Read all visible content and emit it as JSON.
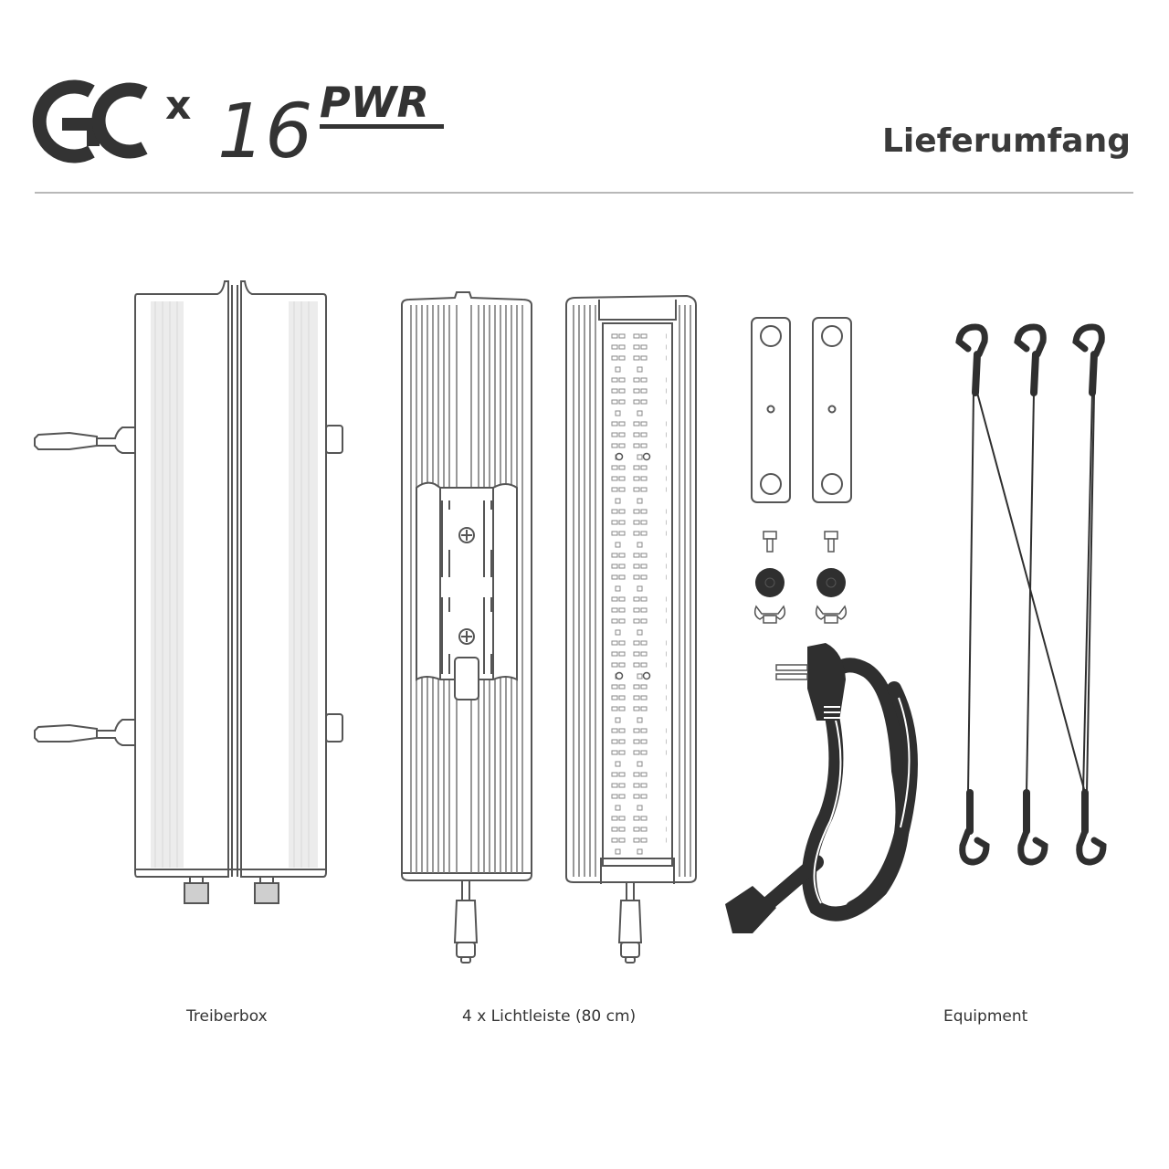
{
  "header": {
    "logo": {
      "brand": "GC",
      "prefix": "x",
      "model": "16",
      "suffix": "PWR"
    },
    "title": "Lieferumfang"
  },
  "items": [
    {
      "label": "Treiberbox",
      "icon": "driver-box-icon"
    },
    {
      "label": "4 x Lichtleiste (80 cm)",
      "icon": "light-bar-icon"
    },
    {
      "label": "Equipment",
      "icon": "equipment-icon"
    }
  ],
  "equipment_parts": [
    "mounting-bracket-icon",
    "screw-icon",
    "rubber-washer-icon",
    "wing-nut-icon",
    "power-cable-icon",
    "hanging-wire-icon"
  ],
  "colors": {
    "text": "#333333",
    "line": "#b8b8b8",
    "stroke": "#555555",
    "dark": "#2f2f2f"
  }
}
